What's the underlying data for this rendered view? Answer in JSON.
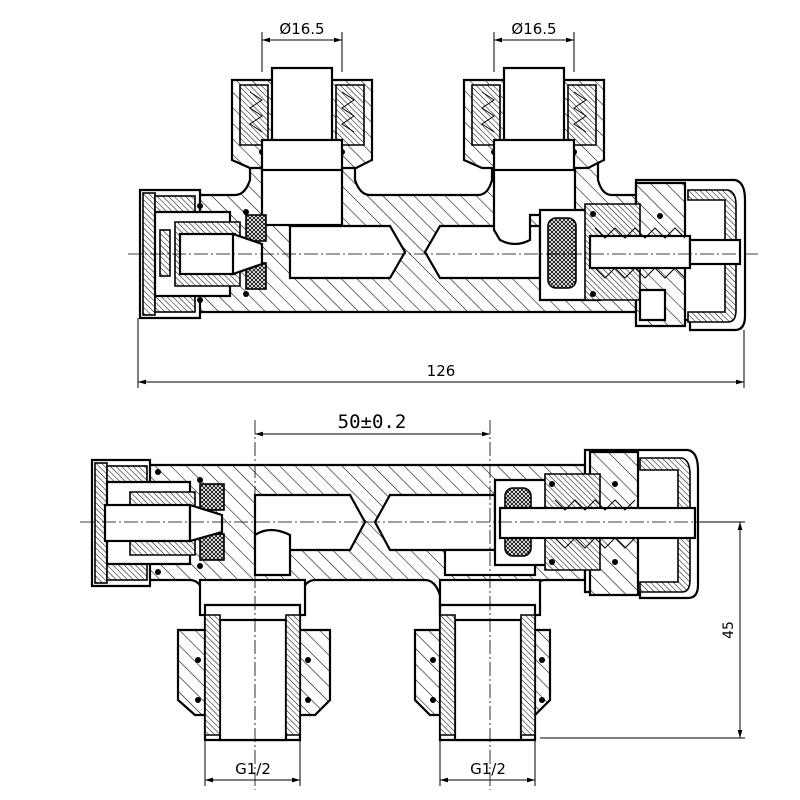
{
  "drawing": {
    "top_view": {
      "left_diameter_label": "Ø16.5",
      "right_diameter_label": "Ø16.5",
      "overall_length_label": "126"
    },
    "bottom_view": {
      "spacing_label": "50±0.2",
      "height_label": "45",
      "left_thread_label": "G1/2",
      "right_thread_label": "G1/2"
    }
  }
}
